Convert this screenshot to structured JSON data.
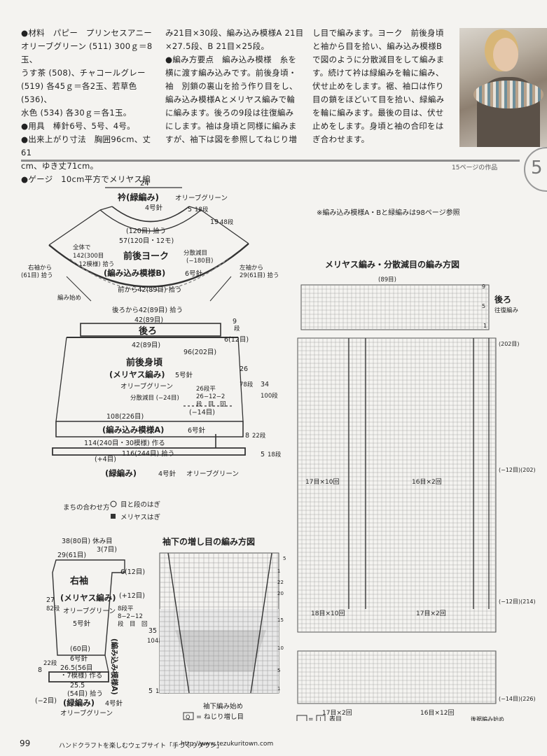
{
  "text_columns": {
    "col1": [
      "●材料　パピー　プリンセスアニー",
      "オリーブグリーン (511) 300ｇ＝8玉、",
      "うす茶 (508)、チャコールグレー",
      "(519) 各45ｇ＝各2玉、若草色 (536)、",
      "水色 (534) 各30ｇ＝各1玉。",
      "●用具　棒針6号、5号、4号。",
      "●出来上がり寸法　胸囲96cm、丈61",
      "cm、ゆき丈71cm。",
      "●ゲージ　10cm平方でメリヤス編"
    ],
    "col2": [
      "み21目×30段、編み込み模様A 21目",
      "×27.5段、B 21目×25段。",
      "●編み方要点　編み込み模様　糸を",
      "横に渡す編み込みです。前後身頃・",
      "袖　別鎖の裏山を拾う作り目をし、",
      "編み込み模様Aとメリヤス編みで輪",
      "に編みます。後ろの9段は往復編み",
      "にします。袖は身頃と同様に編みま",
      "すが、袖下は図を参照してねじり増"
    ],
    "col3": [
      "し目で編みます。ヨーク　前後身頃",
      "と袖から目を拾い、編み込み模様B",
      "で図のように分散減目をして編みま",
      "す。続けて衿は緑編みを輪に編み、",
      "伏せ止めをします。裾、袖口は作り",
      "目の鎖をほどいて目を拾い、緑編み",
      "を輪に編みます。最後の目は、伏せ",
      "止めをします。身頃と袖の合印をは",
      "ぎ合わせます。"
    ]
  },
  "header": {
    "page_ref": "15ページの作品",
    "chapter_num": "5"
  },
  "note": "※編み込み模様A・Bと緑編みは98ページ参照",
  "yoke": {
    "top_width": "24",
    "collar_title": "衿(緑編み)",
    "collar_color": "オリーブグリーン",
    "collar_needle": "4号針",
    "collar_rows_a": "5",
    "collar_rows_a_unit": "18段",
    "collar_rows_b": "19",
    "collar_rows_b_unit": "48段",
    "pick_120": "(120目) 拾う",
    "dec_57": "57(120目・12モ)",
    "overall": "全体で",
    "overall_2": "142(300目",
    "overall_3": "・12模様) 拾う",
    "title": "前後ヨーク",
    "pattern": "(編み込み模様B)",
    "needle": "6号針",
    "dist_dec": "分散減目",
    "dist_dec_2": "(−180目)",
    "right_sleeve": "右袖から",
    "right_sleeve_2": "(61目) 拾う",
    "left_sleeve": "左袖から",
    "left_sleeve_2": "29(61目) 拾う",
    "start": "編み始め",
    "front": "前から42(89目) 拾う",
    "back": "後ろから42(89目) 拾う"
  },
  "body": {
    "back_w": "42(89目)",
    "back": "後ろ",
    "back_rows_a": "9",
    "back_rows_b": "段",
    "side_12": "6(12目)",
    "back_w2": "42(89目)",
    "w96": "96(202目)",
    "title": "前後身頃",
    "pattern": "(メリヤス編み)",
    "needle": "5号針",
    "color": "オリーブグリーン",
    "row_line1": "26段平",
    "row_line2": "26−12−2",
    "row_line3": "段　目　回",
    "dist": "分散減目 (−24目)",
    "minus14": "(−14目)",
    "len_26": "26",
    "len_26b": "78段",
    "len_34": "34",
    "len_34b": "100段",
    "w108": "108(226目)",
    "patA": "(編み込み模様A)",
    "patA_needle": "6号針",
    "patA_rows": "8",
    "patA_rows_b": "22段",
    "w114": "114(240目・30模様) 作る",
    "plus4": "(+4目)",
    "w116": "116(244目) 拾う",
    "rib": "(緑編み)",
    "rib_needle": "4号針",
    "rib_color": "オリーブグリーン",
    "rib_rows": "5",
    "rib_rows_b": "18段"
  },
  "legend": {
    "title": "まちの合わせ方",
    "mark1": "目と段のはぎ",
    "mark2": "メリヤスはぎ"
  },
  "sleeve": {
    "top": "38(80目) 休み目",
    "w29": "29(61目)",
    "w3": "3(7目)",
    "side": "6(12目)",
    "title": "右袖",
    "pattern": "(メリヤス編み)",
    "color": "オリーブグリーン",
    "needle": "5号針",
    "plus12": "(+12目)",
    "inc1": "8段平",
    "inc2": "8−2−12",
    "inc3": "段　目　回",
    "len_27": "27",
    "len_27b": "82段",
    "len_35": "35",
    "len_35b": "104段",
    "patA": "(編み込み模様A)",
    "w60": "(60目)",
    "needle6": "6号針",
    "w26": "26.5(56目",
    "w26b": "・7模様) 作る",
    "rows8": "8",
    "rows8b": "22段",
    "w25": "25.5",
    "w54": "(54目) 拾う",
    "minus2": "(−2目)",
    "rib": "(緑編み)",
    "rib_needle": "4号針",
    "rib_color": "オリーブグリーン",
    "rib_rows": "5",
    "rib_rows_b": "18段"
  },
  "chart1": {
    "title": "袖下の増し目の編み方図",
    "rows": [
      "5",
      "1",
      "22",
      "20",
      "15",
      "10",
      "5",
      "1"
    ],
    "start": "袖下編み始め",
    "key": "= ねじり増し目",
    "key_symbol": "Q"
  },
  "chart2": {
    "title": "メリヤス編み・分散減目の編み方図",
    "top_w": "(89目)",
    "back": "後ろ",
    "back_sub": "往復編み",
    "r9": "9",
    "r5": "5",
    "r1": "1",
    "c202": "(202目)",
    "c12": "(−12目)(202)",
    "c12b": "(−12目)(214)",
    "c14": "(−14目)(226)",
    "l1": "17目×10回",
    "l2": "16目×2回",
    "l3": "18目×10回",
    "l4": "17目×2回",
    "l5": "17目×2回",
    "l6": "16目×12回",
    "bot_start": "後裾編み始め",
    "key_eq": "= ",
    "key_box": "|",
    "key_text": "表目"
  },
  "footer": {
    "page": "99",
    "site": "ハンドクラフトを楽しむウェブサイト「手づくりタウン」",
    "url": "http://www.tezukuritown.com"
  }
}
